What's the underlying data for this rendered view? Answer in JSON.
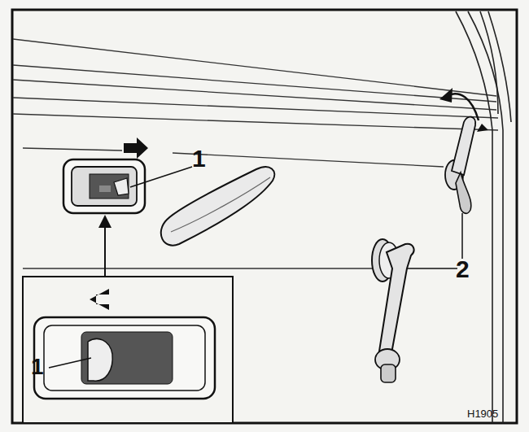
{
  "diagram": {
    "labels": [
      "1",
      "1",
      "2",
      "H1905"
    ]
  }
}
